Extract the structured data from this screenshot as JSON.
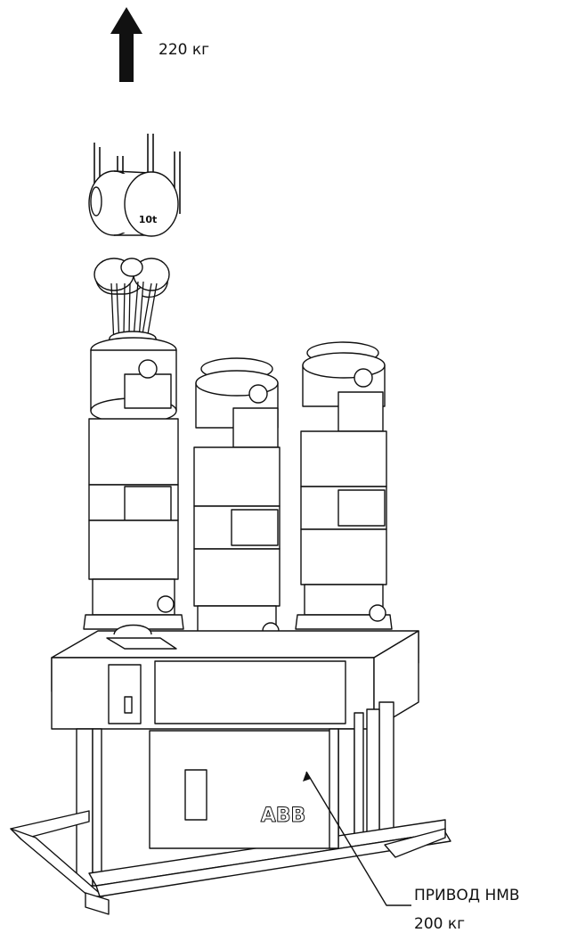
{
  "lift": {
    "weight_label": "220 кг"
  },
  "hoist": {
    "capacity_marking": "10t"
  },
  "drive": {
    "name": "ПРИВОД НМВ",
    "weight_label": "200 кг"
  },
  "logo": {
    "text": "ABB"
  }
}
